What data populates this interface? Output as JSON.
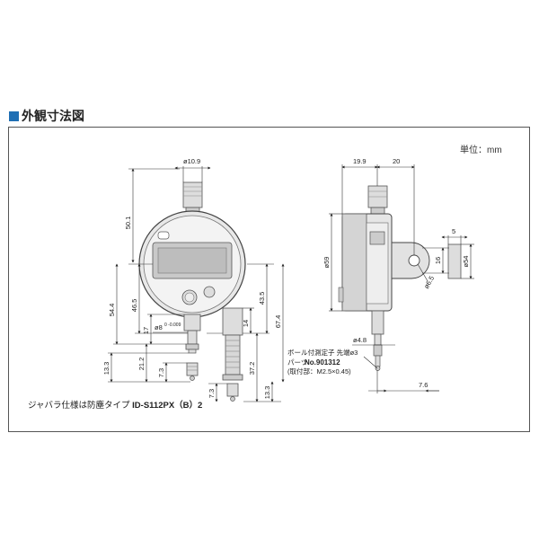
{
  "section": {
    "title": "外観寸法図",
    "accent_color": "#1f6fb4"
  },
  "unit_label": "単位：mm",
  "dimensions": {
    "top_diameter": "ø10.9",
    "height_50_1": "50.1",
    "height_54_4": "54.4",
    "height_46_5": "46.5",
    "stem_17": "17",
    "stem_diameter": "ø8",
    "stem_tolerance": "0 -0.009",
    "height_13_3_left": "13.3",
    "height_21_2": "21.2",
    "height_7_3_left": "7.3",
    "height_43_5": "43.5",
    "height_67_4": "67.4",
    "height_14": "14",
    "height_37_2": "37.2",
    "height_7_3_mid": "7.3",
    "height_13_3_mid": "13.3",
    "width_19_9": "19.9",
    "width_20": "20",
    "body_diameter": "ø59",
    "lug_16": "16",
    "lug_hole": "ø6.5",
    "lug_5": "5",
    "lug_diameter": "ø54",
    "contact_diameter": "ø4.8",
    "tip_7_6": "7.6"
  },
  "part_note": {
    "line1": "ボール付測定子 先端ø3",
    "line2_prefix": "パーツ",
    "line2_no": "No.901312",
    "line3": "(取付部：M2.5×0.45)"
  },
  "footnote": {
    "text": "ジャバラ仕様は防塵タイプ",
    "model": "ID-S112PX（B）2"
  }
}
